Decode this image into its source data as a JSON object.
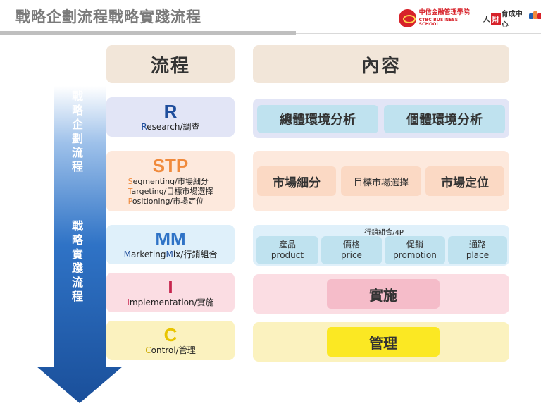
{
  "header": {
    "title": "戰略企劃流程戰略實踐流程",
    "logo_cn": "中信金融管理學院",
    "logo_en": "CTBC BUSINESS SCHOOL",
    "logo_hr_pre": "人",
    "logo_hr_hl": "財",
    "logo_hr_post": "育成中心"
  },
  "arrow": {
    "label_top": "戰略企劃流程",
    "label_bottom": "戰略實踐流程"
  },
  "columns": {
    "process": "流程",
    "content": "內容"
  },
  "stages": {
    "r": {
      "abbr": "R",
      "lines": [
        {
          "hl": "R",
          "rest": "esearch/調查"
        }
      ],
      "contents": [
        "總體環境分析",
        "個體環境分析"
      ]
    },
    "stp": {
      "abbr": "STP",
      "lines": [
        {
          "hl": "S",
          "rest": "egmenting/市場細分"
        },
        {
          "hl": "T",
          "rest": "argeting/目標市場選擇"
        },
        {
          "hl": "P",
          "rest": "ositioning/市場定位"
        }
      ],
      "contents": [
        "市場細分",
        "目標市場選擇",
        "市場定位"
      ]
    },
    "mm": {
      "abbr": "MM",
      "line_parts": [
        {
          "hl": "M",
          "rest": "arketing"
        },
        {
          "hl": "M",
          "rest": "ix/行銷組合"
        }
      ],
      "mix_label": "行銷組合/4P",
      "contents": [
        {
          "zh": "產品",
          "en": "product"
        },
        {
          "zh": "價格",
          "en": "price"
        },
        {
          "zh": "促銷",
          "en": "promotion"
        },
        {
          "zh": "通路",
          "en": "place"
        }
      ]
    },
    "i": {
      "abbr": "I",
      "lines": [
        {
          "hl": "I",
          "rest": "mplementation/實施"
        }
      ],
      "contents": [
        "實施"
      ]
    },
    "c": {
      "abbr": "C",
      "lines": [
        {
          "hl": "C",
          "rest": "ontrol/管理"
        }
      ],
      "contents": [
        "管理"
      ]
    }
  },
  "colors": {
    "arrow": "#1f5fb0",
    "r_bg": "#e2e5f6",
    "r_chip": "#bfe2ef",
    "stp_bg": "#fde9dd",
    "stp_chip": "#fbd9c4",
    "mm_bg": "#dff0fa",
    "mm_chip": "#bfe2ef",
    "i_bg": "#fbdde3",
    "i_chip": "#f5bcc9",
    "c_bg": "#fbf2bf",
    "c_chip": "#fbe823"
  }
}
